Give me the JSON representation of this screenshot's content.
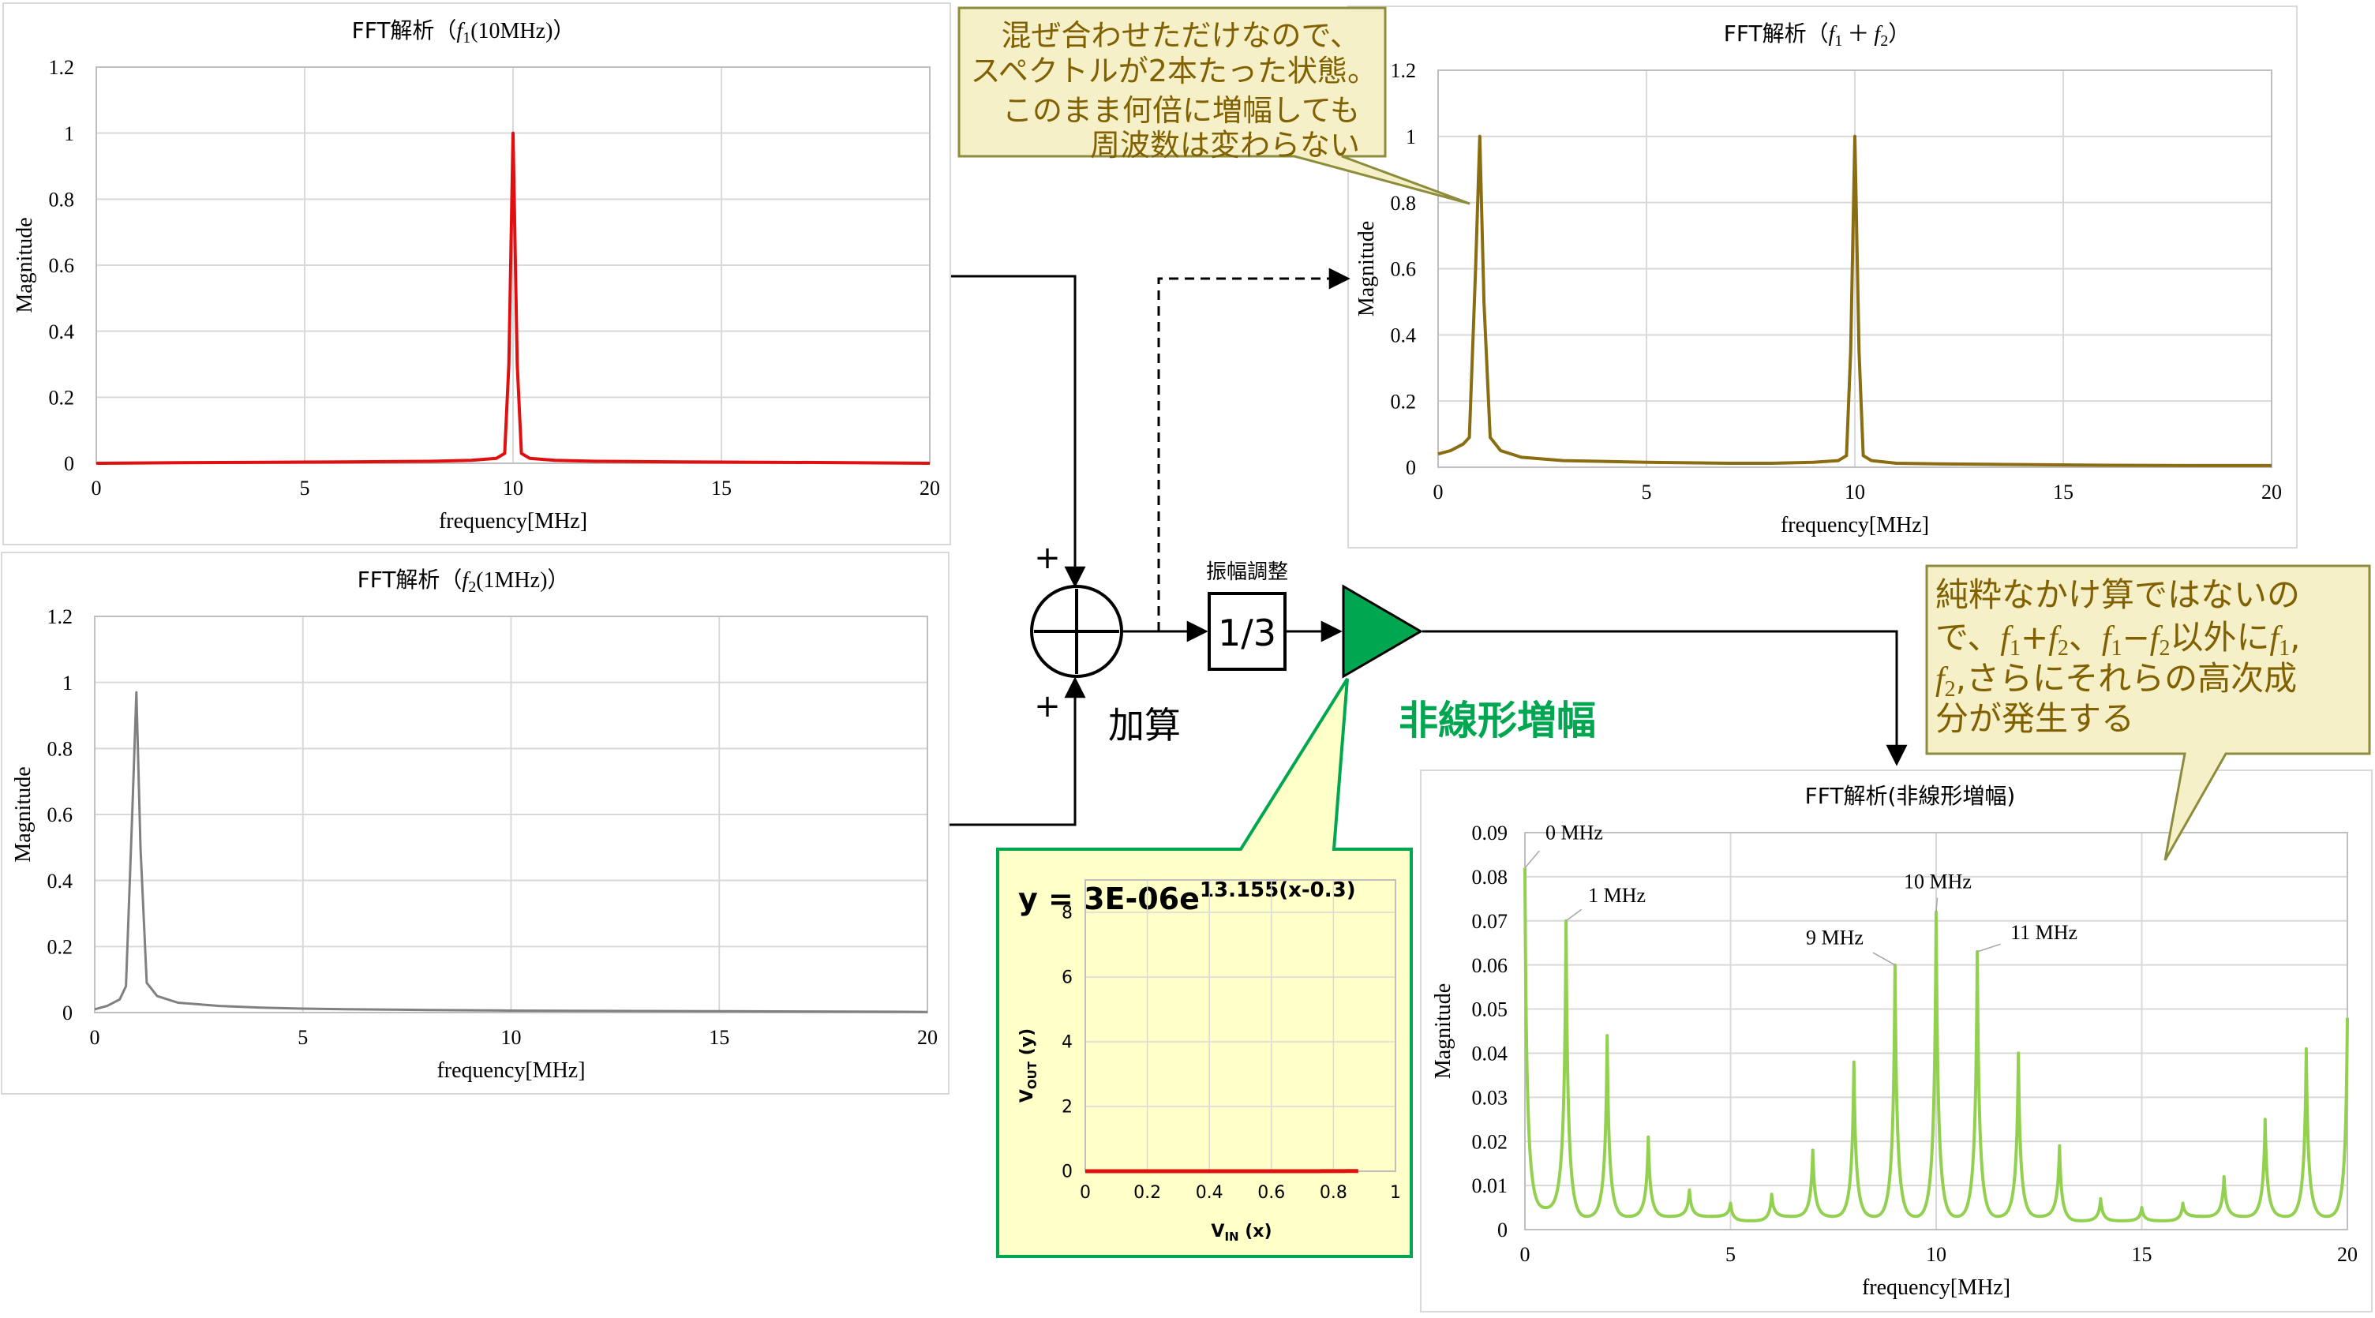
{
  "colors": {
    "f1_line": "#e01010",
    "f2_line": "#808080",
    "sum_line": "#8a6d10",
    "nonlin_line": "#92d050",
    "amp": "#00a650",
    "nonlin_label": "#00a650",
    "callout_fill": "#f5f0c8",
    "callout_border": "#8c8c3c",
    "callout_text": "#806000",
    "vt_fill": "#ffffc8",
    "vt_border": "#00a650",
    "vt_curve": "#e01010"
  },
  "charts": [
    {
      "id": "fft_f1",
      "title": {
        "prefix": "FFT解析（",
        "f": "f",
        "sub": "1",
        "rest": "(10MHz)）"
      },
      "xlabel": "frequency[MHz]",
      "ylabel": "Magnitude",
      "xticks": [
        "0",
        "5",
        "10",
        "15",
        "20"
      ],
      "yticks": [
        "0",
        "0.2",
        "0.4",
        "0.6",
        "0.8",
        "1",
        "1.2"
      ]
    },
    {
      "id": "fft_f2",
      "title": {
        "prefix": "FFT解析（",
        "f": "f",
        "sub": "2",
        "rest": "(1MHz)）"
      },
      "xlabel": "frequency[MHz]",
      "ylabel": "Magnitude",
      "xticks": [
        "0",
        "5",
        "10",
        "15",
        "20"
      ],
      "yticks": [
        "0",
        "0.2",
        "0.4",
        "0.6",
        "0.8",
        "1",
        "1.2"
      ]
    },
    {
      "id": "fft_sum",
      "title": {
        "prefix": "FFT解析（",
        "f": "f",
        "sub": "1",
        "plus": "＋",
        "f2": "f",
        "sub2": "2",
        "rest": "）"
      },
      "xlabel": "frequency[MHz]",
      "ylabel": "Magnitude",
      "xticks": [
        "0",
        "5",
        "10",
        "15",
        "20"
      ],
      "yticks": [
        "0",
        "0.2",
        "0.4",
        "0.6",
        "0.8",
        "1",
        "1.2"
      ]
    },
    {
      "id": "fft_nonlin",
      "title": {
        "text": "FFT解析(非線形増幅)"
      },
      "xlabel": "frequency[MHz]",
      "ylabel": "Magnitude",
      "xticks": [
        "0",
        "5",
        "10",
        "15",
        "20"
      ],
      "yticks": [
        "0",
        "0.01",
        "0.02",
        "0.03",
        "0.04",
        "0.05",
        "0.06",
        "0.07",
        "0.08",
        "0.09"
      ],
      "annotations": [
        "0 MHz",
        "1 MHz",
        "9 MHz",
        "10 MHz",
        "11 MHz"
      ]
    },
    {
      "id": "vt",
      "equation": {
        "main": "y = 3E-06e",
        "exp": "13.155(x-0.3)"
      },
      "xlabel": {
        "v": "V",
        "sub": "IN",
        "rest": " (x)"
      },
      "ylabel": {
        "v": "V",
        "sub": "OUT",
        "rest": " (y)"
      },
      "xticks": [
        "0",
        "0.2",
        "0.4",
        "0.6",
        "0.8",
        "1"
      ],
      "yticks": [
        "0",
        "2",
        "4",
        "6",
        "8"
      ]
    }
  ],
  "chart_data": [
    {
      "type": "line",
      "title": "FFT解析（f1(10MHz)）",
      "xlabel": "frequency[MHz]",
      "ylabel": "Magnitude",
      "xlim": [
        0,
        20
      ],
      "ylim": [
        0,
        1.2
      ],
      "grid": true,
      "series": [
        {
          "x": [
            0,
            2,
            4,
            6,
            8,
            9,
            9.6,
            9.8,
            9.9,
            10,
            10.1,
            10.2,
            10.4,
            11,
            12,
            14,
            16,
            18,
            20
          ],
          "values": [
            0.0,
            0.002,
            0.003,
            0.004,
            0.006,
            0.009,
            0.015,
            0.03,
            0.3,
            1.0,
            0.3,
            0.03,
            0.015,
            0.009,
            0.006,
            0.004,
            0.003,
            0.002,
            0.0
          ]
        }
      ]
    },
    {
      "type": "line",
      "title": "FFT解析（f2(1MHz)）",
      "xlabel": "frequency[MHz]",
      "ylabel": "Magnitude",
      "xlim": [
        0,
        20
      ],
      "ylim": [
        0,
        1.2
      ],
      "grid": true,
      "series": [
        {
          "x": [
            0,
            0.3,
            0.6,
            0.75,
            0.9,
            1.0,
            1.1,
            1.25,
            1.5,
            2,
            3,
            4,
            5,
            6,
            8,
            10,
            12,
            15,
            18,
            20
          ],
          "values": [
            0.01,
            0.02,
            0.04,
            0.08,
            0.6,
            0.97,
            0.5,
            0.09,
            0.05,
            0.03,
            0.02,
            0.015,
            0.012,
            0.01,
            0.008,
            0.006,
            0.005,
            0.004,
            0.003,
            0.002
          ]
        }
      ]
    },
    {
      "type": "line",
      "title": "FFT解析（f1＋f2）",
      "xlabel": "frequency[MHz]",
      "ylabel": "Magnitude",
      "xlim": [
        0,
        20
      ],
      "ylim": [
        0,
        1.2
      ],
      "grid": true,
      "series": [
        {
          "x": [
            0,
            0.3,
            0.6,
            0.75,
            0.9,
            1.0,
            1.1,
            1.25,
            1.5,
            2,
            3,
            5,
            7,
            8,
            9,
            9.6,
            9.8,
            9.9,
            10,
            10.1,
            10.2,
            10.4,
            11,
            12,
            14,
            16,
            18,
            20
          ],
          "values": [
            0.04,
            0.05,
            0.07,
            0.09,
            0.6,
            1.0,
            0.5,
            0.09,
            0.05,
            0.03,
            0.02,
            0.015,
            0.012,
            0.012,
            0.015,
            0.02,
            0.035,
            0.35,
            1.0,
            0.35,
            0.035,
            0.02,
            0.012,
            0.01,
            0.008,
            0.006,
            0.005,
            0.005
          ]
        }
      ]
    },
    {
      "type": "line",
      "title": "FFT解析(非線形増幅)",
      "xlabel": "frequency[MHz]",
      "ylabel": "Magnitude",
      "xlim": [
        0,
        20
      ],
      "ylim": [
        0,
        0.09
      ],
      "grid": true,
      "peaks": [
        {
          "f": 0,
          "v": 0.082
        },
        {
          "f": 1,
          "v": 0.07
        },
        {
          "f": 2,
          "v": 0.044
        },
        {
          "f": 3,
          "v": 0.021
        },
        {
          "f": 4,
          "v": 0.009
        },
        {
          "f": 5,
          "v": 0.006
        },
        {
          "f": 6,
          "v": 0.008
        },
        {
          "f": 7,
          "v": 0.018
        },
        {
          "f": 8,
          "v": 0.038
        },
        {
          "f": 9,
          "v": 0.06
        },
        {
          "f": 10,
          "v": 0.072
        },
        {
          "f": 11,
          "v": 0.063
        },
        {
          "f": 12,
          "v": 0.04
        },
        {
          "f": 13,
          "v": 0.019
        },
        {
          "f": 14,
          "v": 0.007
        },
        {
          "f": 15,
          "v": 0.005
        },
        {
          "f": 16,
          "v": 0.006
        },
        {
          "f": 17,
          "v": 0.012
        },
        {
          "f": 18,
          "v": 0.025
        },
        {
          "f": 19,
          "v": 0.041
        },
        {
          "f": 20,
          "v": 0.048
        }
      ],
      "valleys": [
        {
          "f": 0.5,
          "v": 0.005
        },
        {
          "f": 1.5,
          "v": 0.003
        },
        {
          "f": 2.5,
          "v": 0.003
        },
        {
          "f": 3.5,
          "v": 0.003
        },
        {
          "f": 4.5,
          "v": 0.003
        },
        {
          "f": 5.5,
          "v": 0.002
        },
        {
          "f": 6.5,
          "v": 0.003
        },
        {
          "f": 7.5,
          "v": 0.003
        },
        {
          "f": 8.5,
          "v": 0.003
        },
        {
          "f": 9.5,
          "v": 0.003
        },
        {
          "f": 10.5,
          "v": 0.003
        },
        {
          "f": 11.5,
          "v": 0.003
        },
        {
          "f": 12.5,
          "v": 0.003
        },
        {
          "f": 13.5,
          "v": 0.002
        },
        {
          "f": 14.5,
          "v": 0.002
        },
        {
          "f": 15.5,
          "v": 0.002
        },
        {
          "f": 16.5,
          "v": 0.003
        },
        {
          "f": 17.5,
          "v": 0.003
        },
        {
          "f": 18.5,
          "v": 0.003
        },
        {
          "f": 19.5,
          "v": 0.003
        }
      ]
    },
    {
      "type": "line",
      "title": "y = 3E-06e13.155(x-0.3)",
      "xlabel": "VIN (x)",
      "ylabel": "VOUT (y)",
      "xlim": [
        0,
        1
      ],
      "ylim": [
        0,
        9
      ],
      "grid": true,
      "equation": {
        "a": 3e-06,
        "b": 13.155,
        "c": 0.3
      },
      "x_range": [
        0,
        0.88
      ]
    }
  ],
  "diagram": {
    "plus_top": "+",
    "plus_bottom": "+",
    "adder_label": "加算",
    "gain_title": "振幅調整",
    "gain_value": "1/3",
    "amp_label": "非線形増幅"
  },
  "callouts": {
    "top": {
      "lines": [
        "混ぜ合わせただけなので、",
        "スペクトルが2本たった状態。",
        "このまま何倍に増幅しても",
        "周波数は変わらない"
      ]
    },
    "right": {
      "line1": "純粋なかけ算ではないの",
      "line2": {
        "a": "で、",
        "f1": "f",
        "s1": "1",
        "plus": "+",
        "f2": "f",
        "s2": "2",
        "sep": "、",
        "f3": "f",
        "s3": "1",
        "minus": "−",
        "f4": "f",
        "s4": "2",
        "b": "以外に",
        "f5": "f",
        "s5": "1",
        "c": ","
      },
      "line3": {
        "f": "f",
        "s": "2",
        "a": ",さらにそれらの高次成"
      },
      "line4": "分が発生する"
    }
  }
}
